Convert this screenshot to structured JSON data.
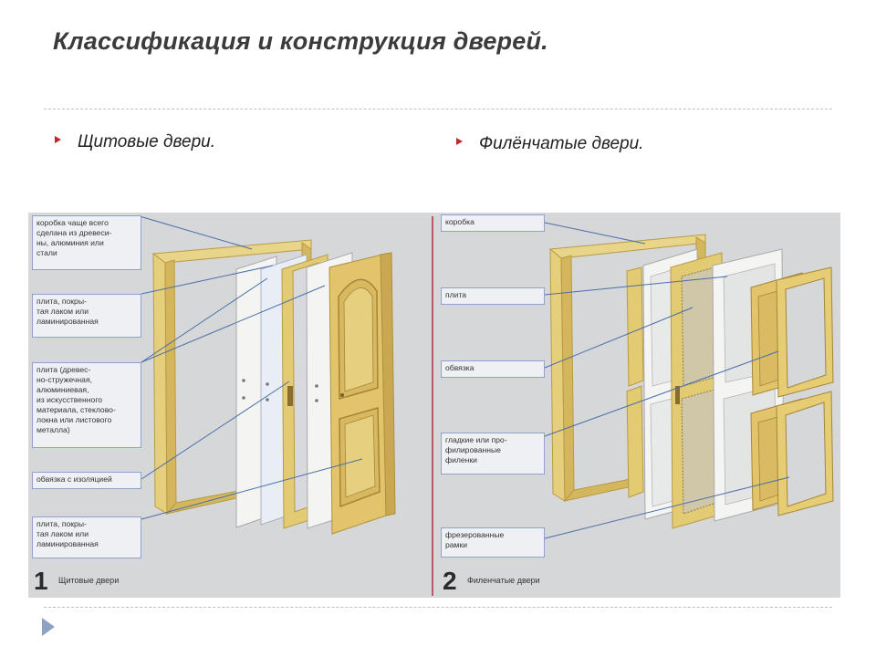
{
  "slide": {
    "title": "Классификация и конструкция дверей.",
    "bullets": [
      {
        "text": "Щитовые двери."
      },
      {
        "text": "Филёнчатые двери."
      }
    ]
  },
  "diagram": {
    "panel1": {
      "number": "1",
      "caption": "Щитовые двери",
      "labels": [
        "коробка чаще всего\nсделана из древеси-\nны, алюминия или\nстали",
        "плита, покры-\nтая лаком или\nламинированная",
        "плита (древес-\nно-стружечная,\nалюминиевая,\nиз искусственного\nматериала, стеклово-\nлокна или листового\nметалла)",
        "обвязка с изоляцией",
        "плита, покры-\nтая лаком или\nламинированная"
      ]
    },
    "panel2": {
      "number": "2",
      "caption": "Филенчатые двери",
      "labels": [
        "коробка",
        "плита",
        "обвязка",
        "гладкие или про-\nфилированные\nфиленки",
        "фрезерованные\nрамки"
      ]
    },
    "colors": {
      "wood": "#e6cf7c",
      "wood_dark": "#c9ab4e",
      "panel_white": "#f4f5f3",
      "leader_line": "#4a6ea8",
      "divider": "#b03040",
      "bullet_arrow": "#c0282a"
    }
  }
}
